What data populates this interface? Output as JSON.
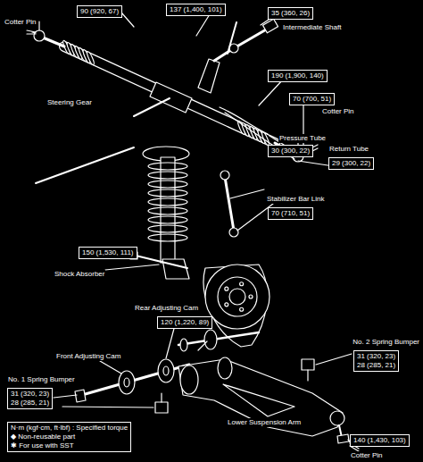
{
  "diagram": {
    "nodes": [
      {
        "text": [
          "90 (920, 67)"
        ]
      },
      {
        "text": [
          "137 (1,400, 101)"
        ]
      },
      {
        "text": [
          "35 (360, 26)"
        ]
      },
      {
        "text": [
          "190 (1,900, 140)"
        ]
      },
      {
        "text": [
          "70 (700, 51)"
        ]
      },
      {
        "text": [
          "30 (300, 22)"
        ]
      },
      {
        "text": [
          "29 (300, 22)"
        ]
      },
      {
        "text": [
          "70 (710, 51)"
        ]
      },
      {
        "text": [
          "150 (1,530, 111)"
        ]
      },
      {
        "text": [
          "120 (1,220, 89)"
        ]
      },
      {
        "text": [
          "31 (320, 23)",
          "28 (285, 21)"
        ]
      },
      {
        "text": [
          "31 (320, 23)",
          "28 (285, 21)"
        ]
      },
      {
        "text": [
          "140 (1,430, 103)"
        ]
      }
    ],
    "labels": [
      "Cotter Pin",
      "Intermediate Shaft",
      "Steering Gear",
      "Cotter Pin",
      "Pressure Tube",
      "Return Tube",
      "Stabilizer Bar Link",
      "Shock Absorber",
      "Rear Adjusting Cam",
      "Front Adjusting Cam",
      "No. 2 Spring Bumper",
      "No. 1 Spring Bumper",
      "Lower Suspension Arm",
      "Cotter Pin"
    ],
    "legend": [
      {
        "text": "N·m (kgf·cm, ft·lbf) : Specified torque"
      },
      {
        "text": "◆ Non-reusable part"
      },
      {
        "text": "✱ For use with SST"
      }
    ]
  }
}
